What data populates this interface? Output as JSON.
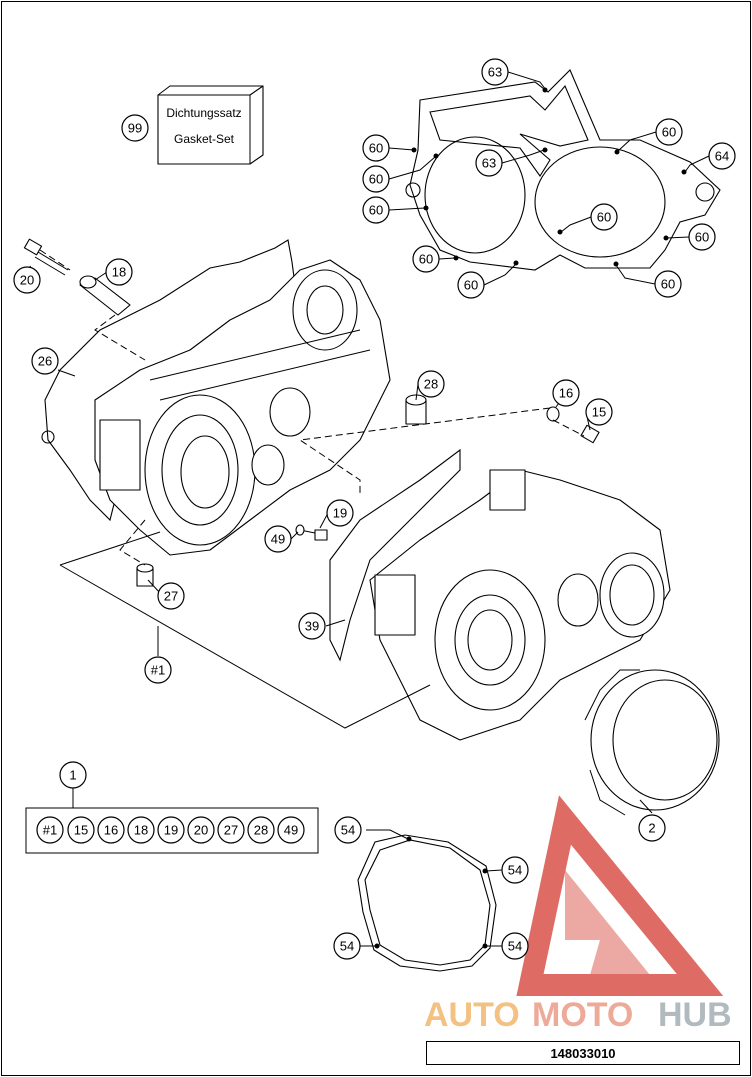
{
  "gasket_set": {
    "callout": "99",
    "label_de": "Dichtungssatz",
    "label_en": "Gasket-Set"
  },
  "kit": {
    "callout": "1",
    "members": [
      "#1",
      "15",
      "16",
      "18",
      "19",
      "20",
      "27",
      "28",
      "49"
    ]
  },
  "callouts": {
    "c63a": "63",
    "c63b": "63",
    "c64": "64",
    "c60a": "60",
    "c60b": "60",
    "c60c": "60",
    "c60d": "60",
    "c60e": "60",
    "c60f": "60",
    "c60g": "60",
    "c60h": "60",
    "c60i": "60",
    "c20": "20",
    "c18": "18",
    "c26": "26",
    "c28": "28",
    "c16": "16",
    "c15": "15",
    "c19": "19",
    "c49": "49",
    "c27": "27",
    "c39": "39",
    "cH1": "#1",
    "c2": "2",
    "c54a": "54",
    "c54b": "54",
    "c54c": "54",
    "c54d": "54"
  },
  "watermark": {
    "auto": "AUTO",
    "moto": "MOTO",
    "hub": "HUB",
    "colors": {
      "auto": "#f2bb74",
      "moto": "#eda18f",
      "hub": "#a9b3b7",
      "logo": "#d9534a"
    }
  },
  "document_number": "148033010"
}
